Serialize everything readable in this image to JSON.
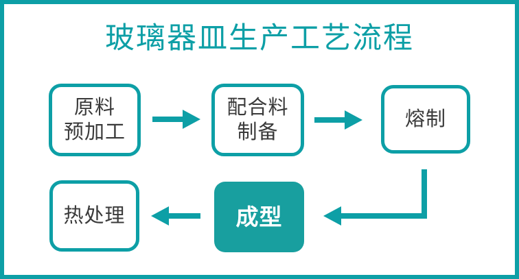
{
  "colors": {
    "accent": "#0d9fa6",
    "filled_node_background": "#189f9f",
    "node_text": "#3a3a3a",
    "filled_node_text": "#ffffff",
    "background": "#ffffff"
  },
  "title": "玻璃器皿生产工艺流程",
  "flowchart": {
    "nodes": [
      {
        "id": "raw-material-pretreatment",
        "label": "原料\n预加工",
        "style": "outlined"
      },
      {
        "id": "batch-preparation",
        "label": "配合料\n制备",
        "style": "outlined"
      },
      {
        "id": "melting",
        "label": "熔制",
        "style": "outlined"
      },
      {
        "id": "forming",
        "label": "成型",
        "style": "filled"
      },
      {
        "id": "heat-treatment",
        "label": "热处理",
        "style": "outlined"
      }
    ],
    "edges": [
      {
        "from": "原料预加工",
        "to": "配合料制备",
        "shape": "straight-right"
      },
      {
        "from": "配合料制备",
        "to": "熔制",
        "shape": "straight-right"
      },
      {
        "from": "熔制",
        "to": "成型",
        "shape": "elbow-down-left"
      },
      {
        "from": "成型",
        "to": "热处理",
        "shape": "straight-left"
      }
    ]
  }
}
